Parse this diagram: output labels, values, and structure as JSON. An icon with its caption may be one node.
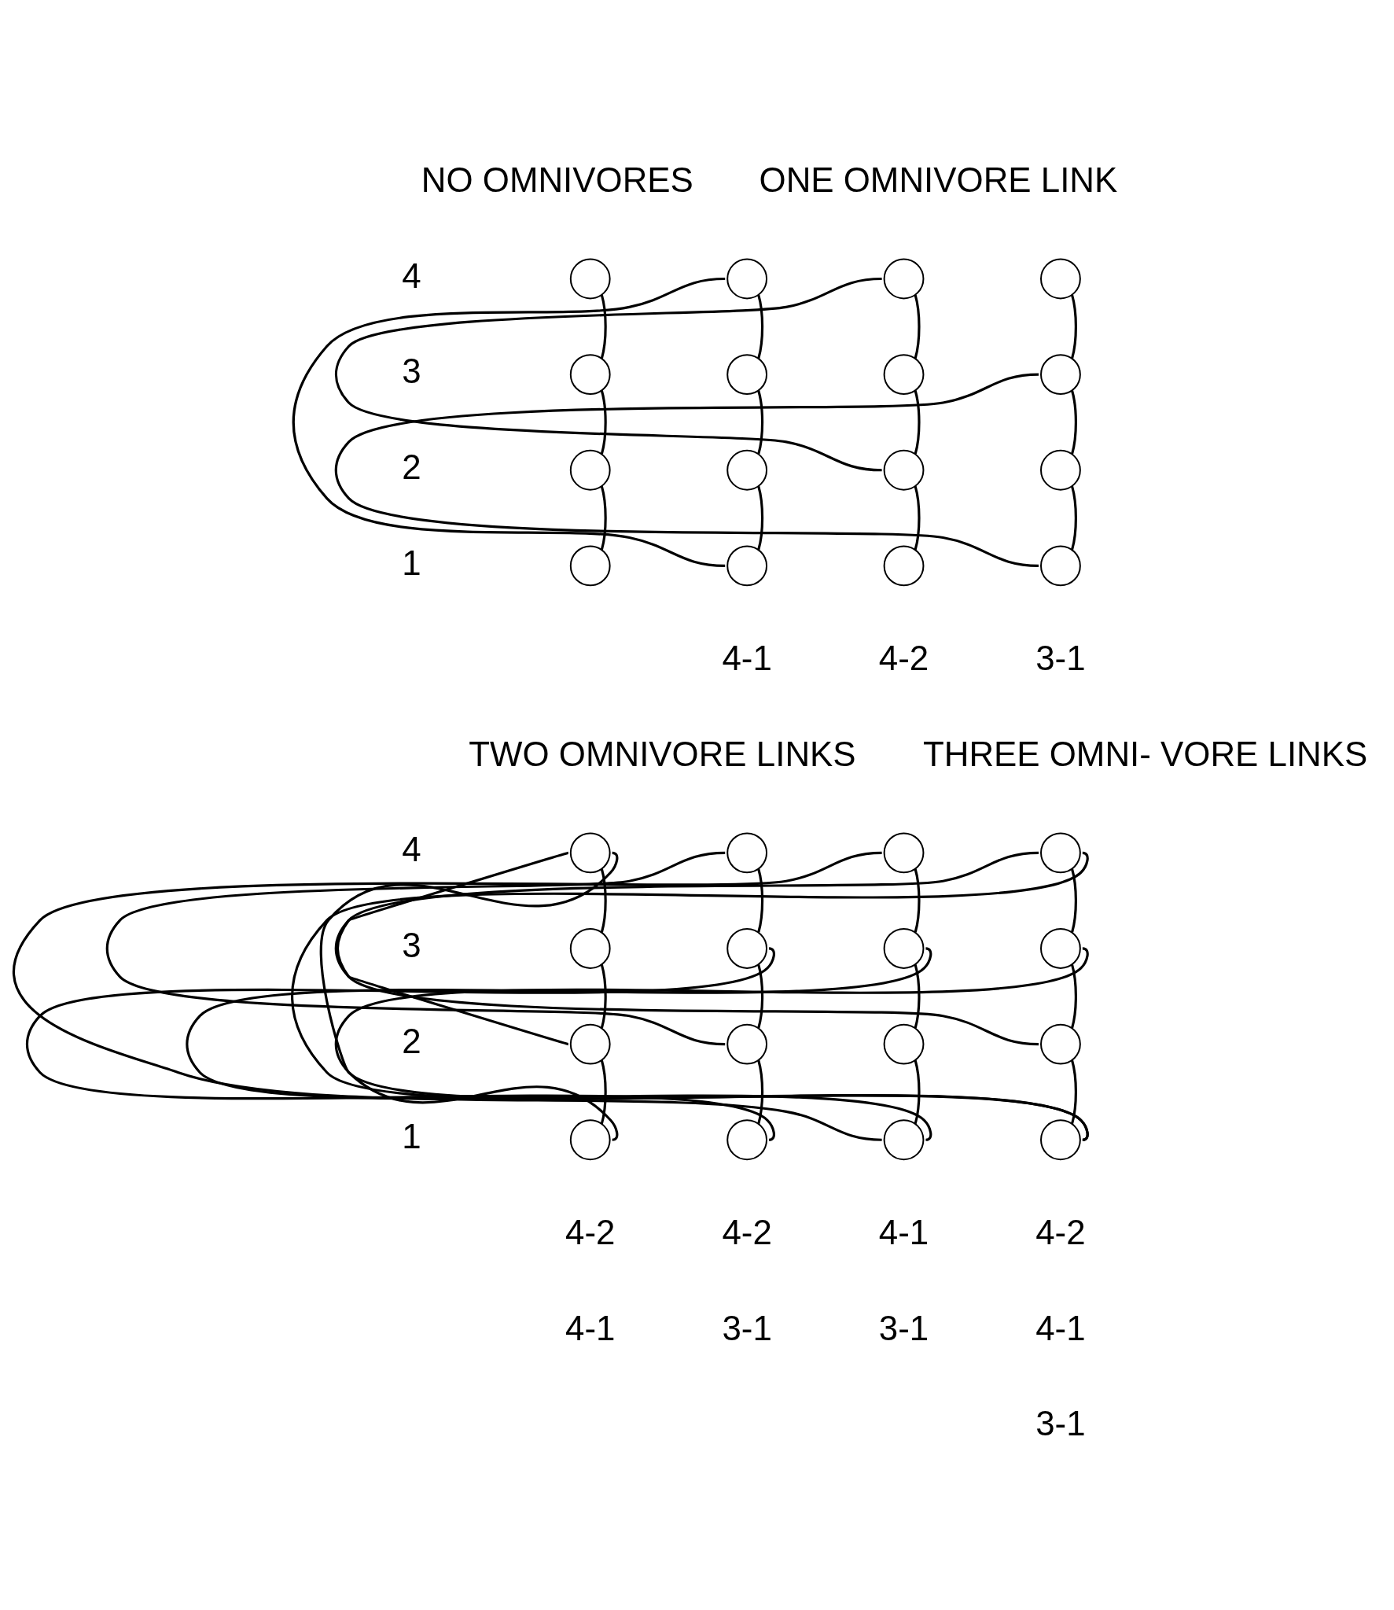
{
  "diagram": {
    "nodes": [
      {
        "text": [],
        "shape": "circle"
      },
      {
        "text": [],
        "shape": "circle"
      },
      {
        "text": [],
        "shape": "circle"
      },
      {
        "text": [],
        "shape": "circle"
      },
      {
        "text": [],
        "shape": "circle"
      },
      {
        "text": [],
        "shape": "circle"
      },
      {
        "text": [],
        "shape": "circle"
      },
      {
        "text": [],
        "shape": "circle"
      },
      {
        "text": [],
        "shape": "circle"
      },
      {
        "text": [],
        "shape": "circle"
      },
      {
        "text": [],
        "shape": "circle"
      },
      {
        "text": [],
        "shape": "circle"
      },
      {
        "text": [],
        "shape": "circle"
      },
      {
        "text": [],
        "shape": "circle"
      },
      {
        "text": [],
        "shape": "circle"
      },
      {
        "text": [],
        "shape": "circle"
      },
      {
        "text": [],
        "shape": "circle"
      },
      {
        "text": [],
        "shape": "circle"
      },
      {
        "text": [],
        "shape": "circle"
      },
      {
        "text": [],
        "shape": "circle"
      },
      {
        "text": [],
        "shape": "circle"
      },
      {
        "text": [],
        "shape": "circle"
      },
      {
        "text": [],
        "shape": "circle"
      },
      {
        "text": [],
        "shape": "circle"
      },
      {
        "text": [],
        "shape": "circle"
      },
      {
        "text": [],
        "shape": "circle"
      },
      {
        "text": [],
        "shape": "circle"
      },
      {
        "text": [],
        "shape": "circle"
      },
      {
        "text": [],
        "shape": "circle"
      },
      {
        "text": [],
        "shape": "circle"
      },
      {
        "text": [],
        "shape": "circle"
      },
      {
        "text": [],
        "shape": "circle"
      }
    ],
    "edges": [
      {
        "from": 0,
        "to": 1,
        "arrow": "none"
      },
      {
        "from": 1,
        "to": 2,
        "arrow": "none"
      },
      {
        "from": 2,
        "to": 3,
        "arrow": "none"
      },
      {
        "from": 4,
        "to": 5,
        "arrow": "none"
      },
      {
        "from": 5,
        "to": 6,
        "arrow": "none"
      },
      {
        "from": 6,
        "to": 7,
        "arrow": "none"
      },
      {
        "from": 4,
        "to": 7,
        "arrow": "none"
      },
      {
        "from": 8,
        "to": 9,
        "arrow": "none"
      },
      {
        "from": 9,
        "to": 10,
        "arrow": "none"
      },
      {
        "from": 10,
        "to": 11,
        "arrow": "none"
      },
      {
        "from": 8,
        "to": 10,
        "arrow": "none"
      },
      {
        "from": 12,
        "to": 13,
        "arrow": "none"
      },
      {
        "from": 13,
        "to": 14,
        "arrow": "none"
      },
      {
        "from": 14,
        "to": 15,
        "arrow": "none"
      },
      {
        "from": 13,
        "to": 15,
        "arrow": "none"
      },
      {
        "from": 16,
        "to": 17,
        "arrow": "none"
      },
      {
        "from": 17,
        "to": 18,
        "arrow": "none"
      },
      {
        "from": 18,
        "to": 19,
        "arrow": "none"
      },
      {
        "from": 16,
        "to": 18,
        "arrow": "none"
      },
      {
        "from": 16,
        "to": 19,
        "arrow": "none"
      },
      {
        "from": 20,
        "to": 21,
        "arrow": "none"
      },
      {
        "from": 21,
        "to": 22,
        "arrow": "none"
      },
      {
        "from": 22,
        "to": 23,
        "arrow": "none"
      },
      {
        "from": 20,
        "to": 22,
        "arrow": "none"
      },
      {
        "from": 21,
        "to": 23,
        "arrow": "none"
      },
      {
        "from": 24,
        "to": 25,
        "arrow": "none"
      },
      {
        "from": 25,
        "to": 26,
        "arrow": "none"
      },
      {
        "from": 26,
        "to": 27,
        "arrow": "none"
      },
      {
        "from": 24,
        "to": 27,
        "arrow": "none"
      },
      {
        "from": 25,
        "to": 27,
        "arrow": "none"
      },
      {
        "from": 28,
        "to": 29,
        "arrow": "none"
      },
      {
        "from": 29,
        "to": 30,
        "arrow": "none"
      },
      {
        "from": 30,
        "to": 31,
        "arrow": "none"
      },
      {
        "from": 28,
        "to": 30,
        "arrow": "none"
      },
      {
        "from": 28,
        "to": 31,
        "arrow": "none"
      },
      {
        "from": 29,
        "to": 31,
        "arrow": "none"
      }
    ],
    "labels": [
      "NO OMNIVORES",
      "ONE OMNIVORE LINK",
      "4",
      "3",
      "2",
      "1",
      "4-1",
      "4-2",
      "3-1",
      "TWO OMNIVORE LINKS",
      "THREE OMNI- VORE LINKS",
      "4",
      "3",
      "2",
      "1",
      "4-2",
      "4-1",
      "4-2",
      "3-1",
      "4-1",
      "3-1",
      "4-2",
      "4-1",
      "3-1"
    ]
  }
}
